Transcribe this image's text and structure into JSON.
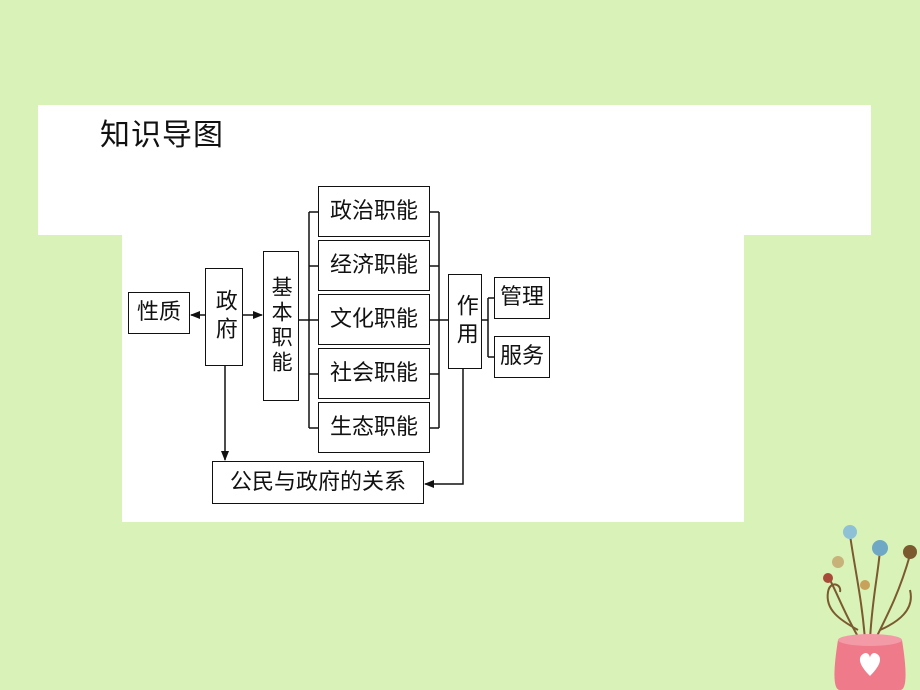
{
  "slide": {
    "title": "知识导图",
    "background_color": "#d9f2b8"
  },
  "diagram": {
    "nature": "性质",
    "government": "政府",
    "basic_functions": "基本职能",
    "functions": [
      "政治职能",
      "经济职能",
      "文化职能",
      "社会职能",
      "生态职能"
    ],
    "effect": "作用",
    "outcomes": [
      "管理",
      "服务"
    ],
    "relation": "公民与政府的关系"
  },
  "decoration": {
    "icon": "flower-vase-icon"
  }
}
